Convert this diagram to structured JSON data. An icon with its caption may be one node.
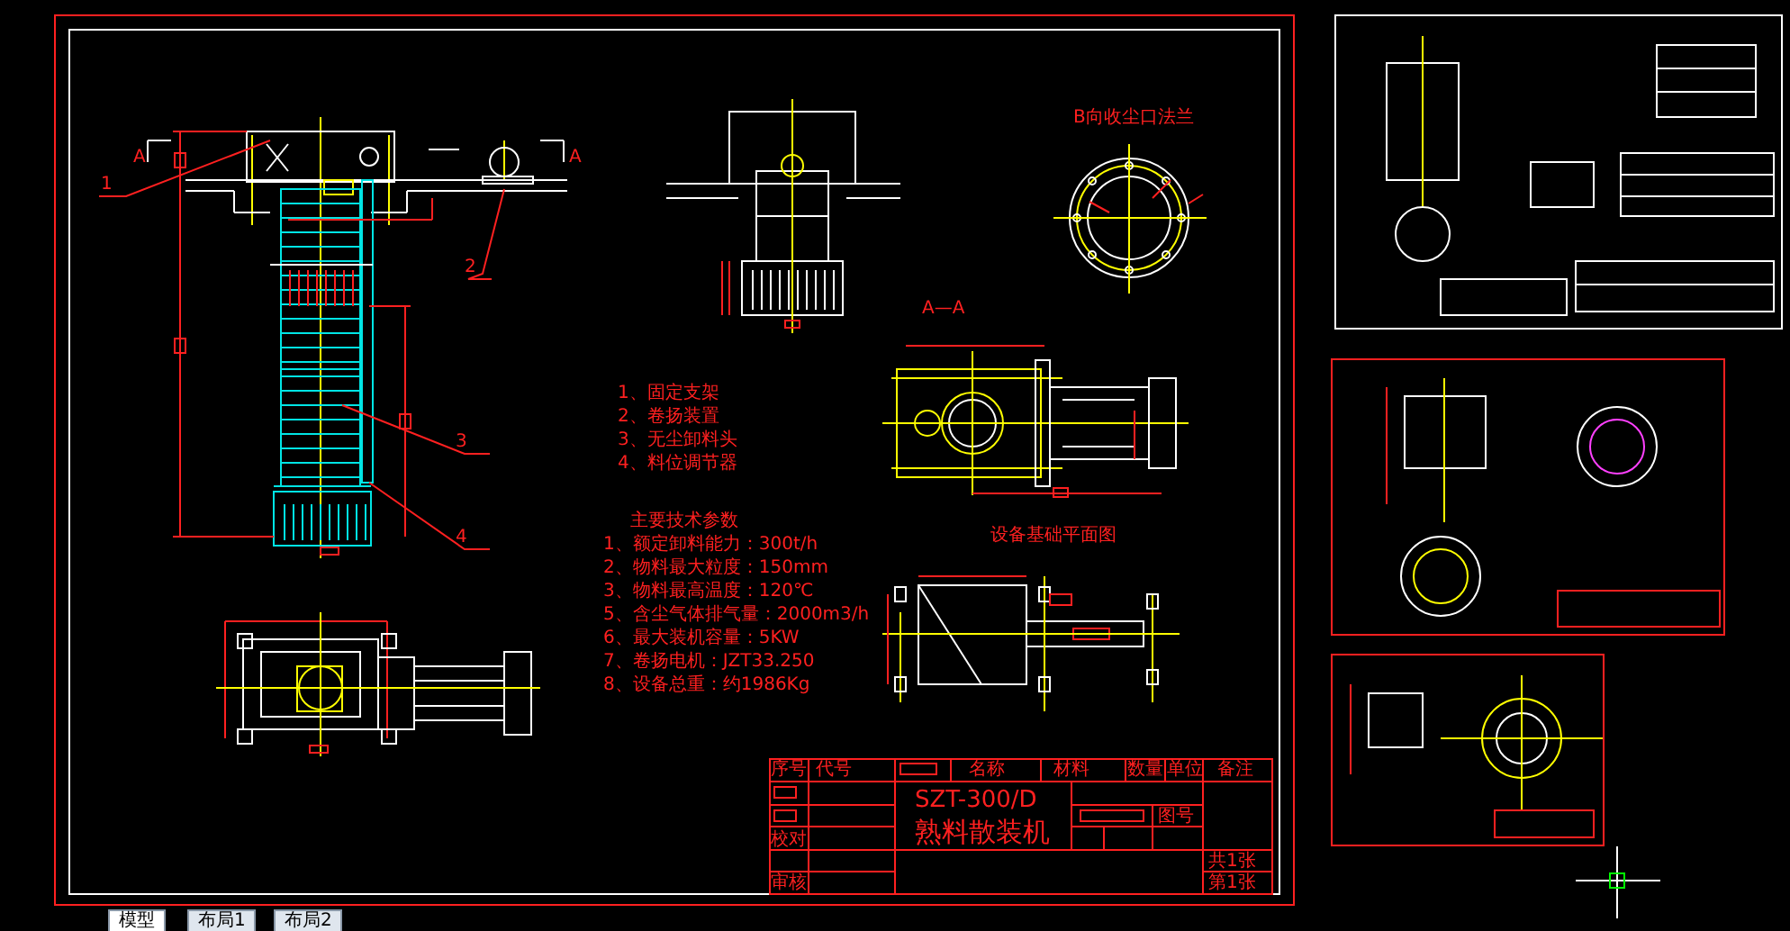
{
  "diagram": {
    "nodes": [
      {
        "text": [
          "1"
        ]
      },
      {
        "text": [
          "2"
        ]
      },
      {
        "text": [
          "3"
        ]
      },
      {
        "text": [
          "4"
        ]
      }
    ],
    "edges": [
      {
        "from": 0,
        "to": null,
        "arrow": "none"
      },
      {
        "from": 1,
        "to": null,
        "arrow": "none"
      },
      {
        "from": 2,
        "to": null,
        "arrow": "none"
      },
      {
        "from": 3,
        "to": null,
        "arrow": "none"
      }
    ],
    "labels": [
      "A",
      "A",
      "B向收尘口法兰",
      "A—A",
      "1、固定支架",
      "2、卷扬装置",
      "3、无尘卸料头",
      "4、料位调节器",
      "主要技术参数",
      "1、额定卸料能力：300t/h",
      "2、物料最大粒度：150mm",
      "3、物料最高温度：120℃",
      "5、含尘气体排气量：2000m3/h",
      "6、最大装机容量：5KW",
      "7、卷扬电机：JZT33.250",
      "8、设备总重：约1986Kg",
      "设备基础平面图",
      "序号",
      "代号",
      "名称",
      "材料",
      "数量",
      "单位",
      "备注",
      "SZT-300/D",
      "熟料散装机",
      "校对",
      "图号",
      "审核",
      "共1张",
      "第1张",
      "模型",
      "布局1",
      "布局2"
    ]
  }
}
